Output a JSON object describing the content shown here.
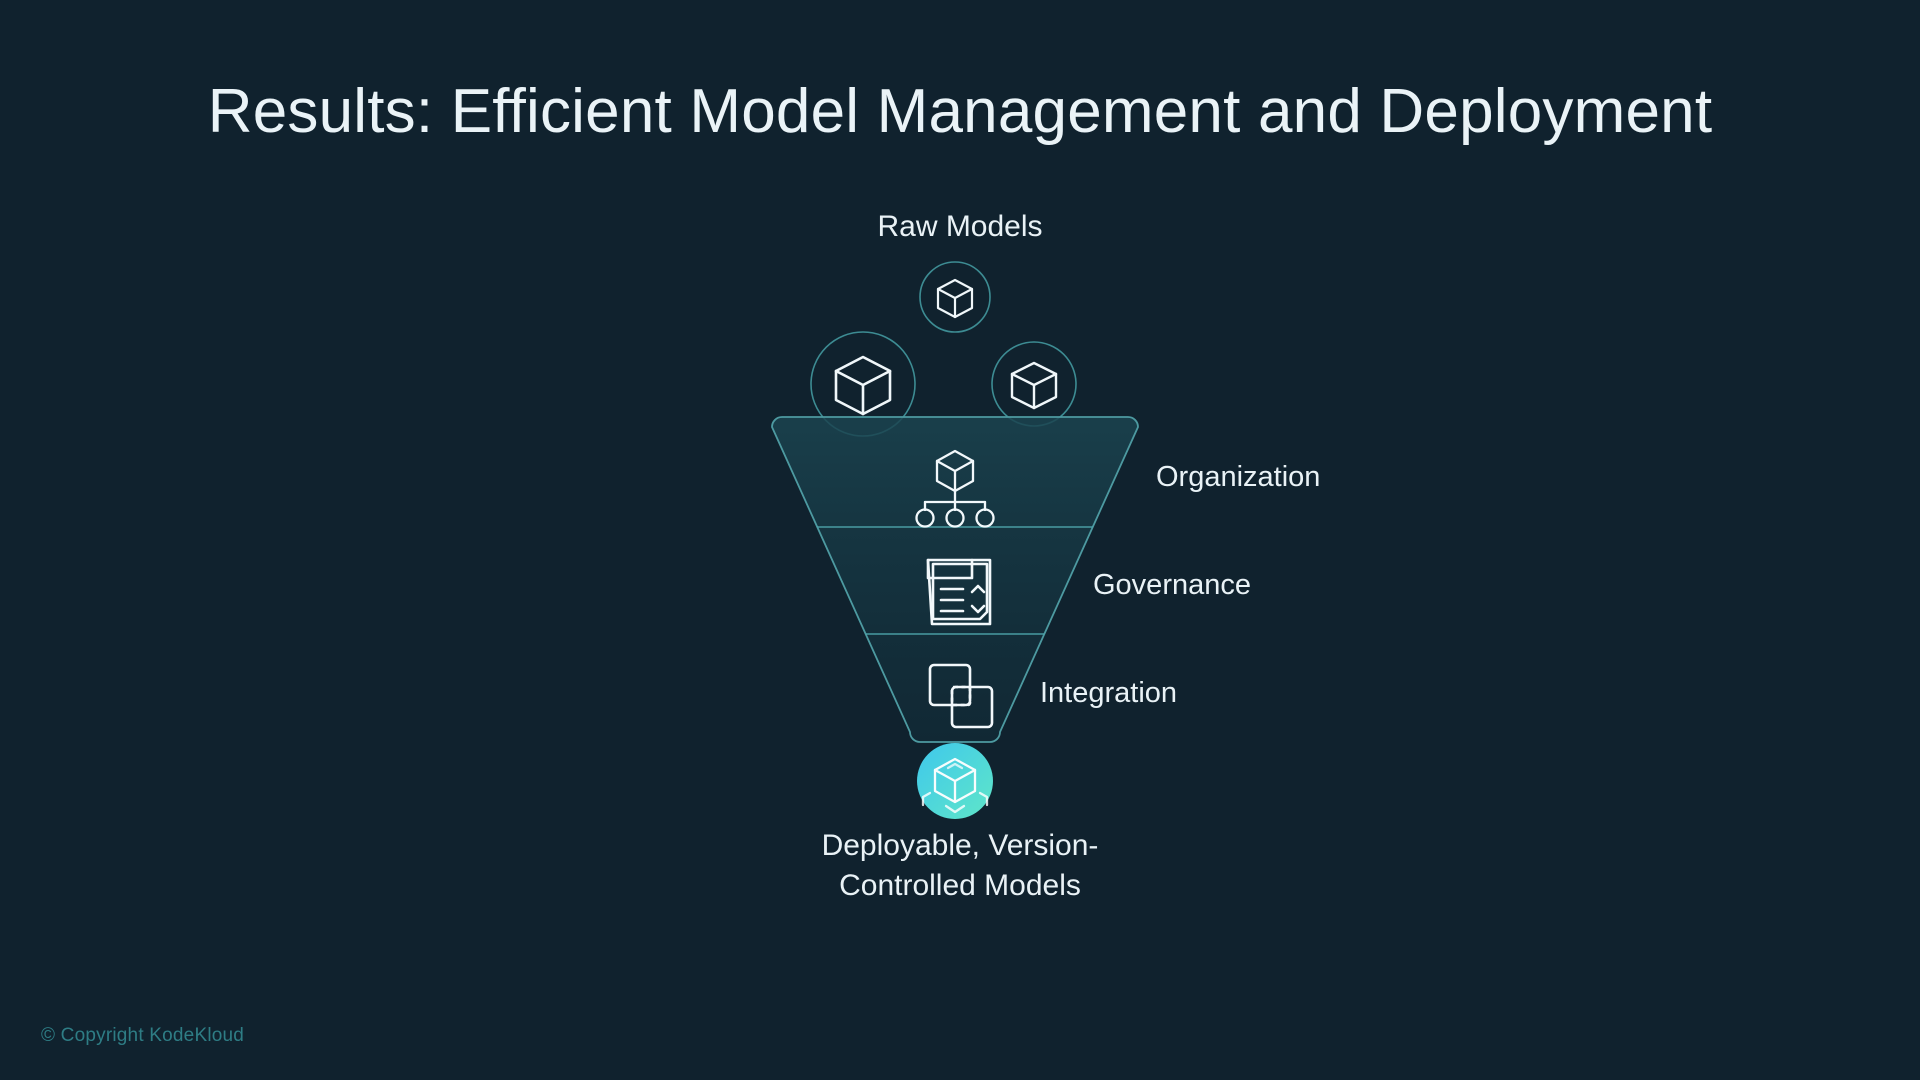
{
  "slide": {
    "title": "Results: Efficient Model Management and Deployment",
    "background_color": "#10222e",
    "footer": "© Copyright KodeKloud",
    "footer_color": "#2e7d85"
  },
  "funnel": {
    "top_label": "Raw Models",
    "outcome_label_line1": "Deployable, Version-",
    "outcome_label_line2": "Controlled Models",
    "accent_color": "#4fd6e0",
    "stroke_color": "#3e8f96",
    "text_color": "#e9f2f6",
    "input_nodes": [
      {
        "name": "raw-model-node-top",
        "icon": "cube-icon"
      },
      {
        "name": "raw-model-node-left",
        "icon": "cube-icon"
      },
      {
        "name": "raw-model-node-right",
        "icon": "cube-icon"
      }
    ],
    "stages": [
      {
        "label": "Organization",
        "icon": "hierarchy-cube-icon"
      },
      {
        "label": "Governance",
        "icon": "document-checklist-icon"
      },
      {
        "label": "Integration",
        "icon": "overlapping-squares-icon"
      }
    ],
    "output": {
      "icon": "deploy-cube-icon",
      "gradient_from": "#3fc8ec",
      "gradient_to": "#57e2cc"
    }
  }
}
